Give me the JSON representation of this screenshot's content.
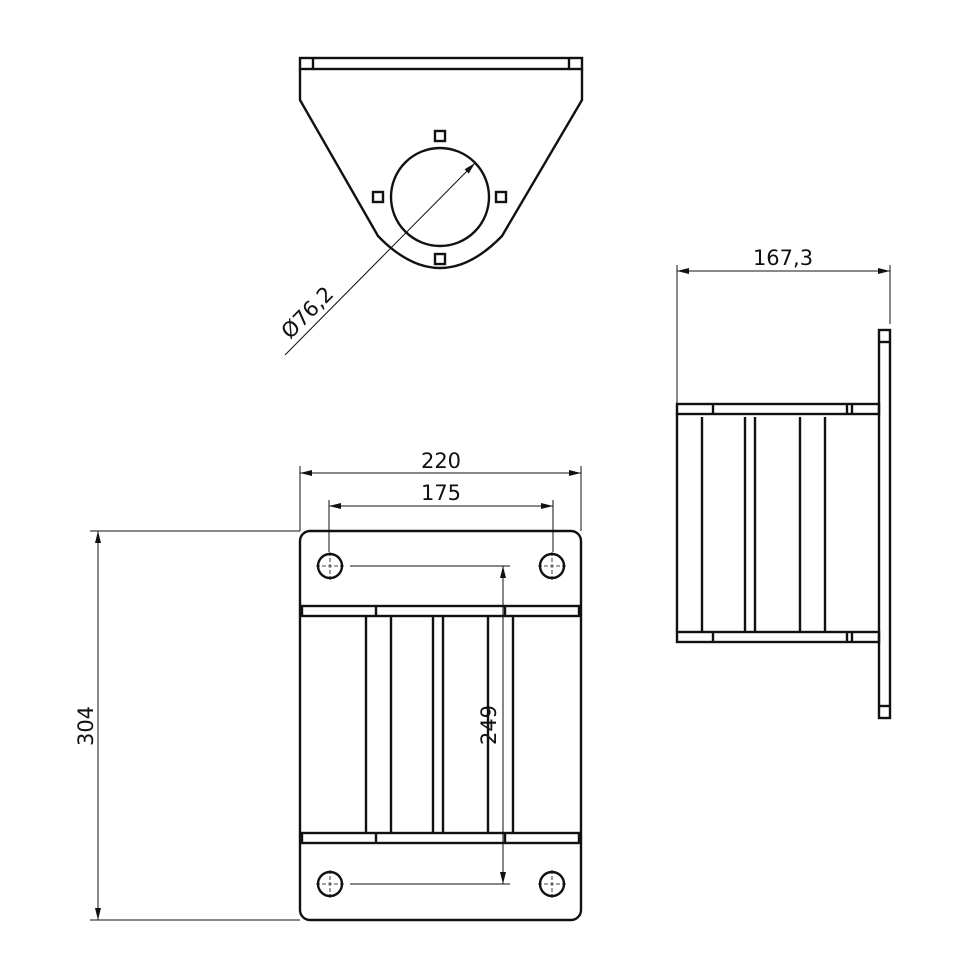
{
  "drawing": {
    "views": [
      "top-view",
      "front-view",
      "side-view"
    ],
    "dimensions": {
      "diameter": "Ø76,2",
      "side_depth": "167,3",
      "overall_width": "220",
      "hole_spacing_x": "175",
      "overall_height": "304",
      "hole_spacing_y": "249"
    },
    "line_color": "#111111",
    "background": "#ffffff"
  }
}
